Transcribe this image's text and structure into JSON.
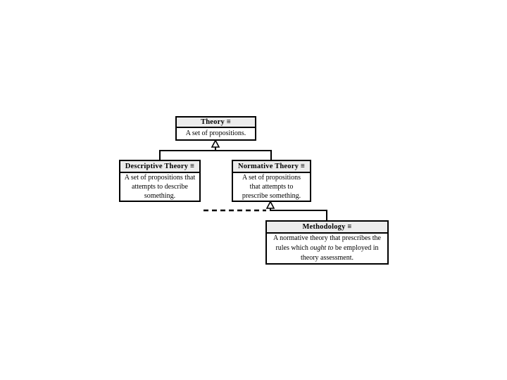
{
  "colors": {
    "background": "#ffffff",
    "line": "#000000",
    "box_border": "#000000",
    "header_fill": "#ececec",
    "body_fill": "#ffffff",
    "text": "#000000"
  },
  "nodes": [
    {
      "id": "theory",
      "title": "Theory ≡",
      "body": "A set of propositions."
    },
    {
      "id": "descriptive",
      "title": "Descriptive Theory ≡",
      "body": "A set of propositions that attempts to describe something."
    },
    {
      "id": "normative",
      "title": "Normative Theory ≡",
      "body": "A set of propositions that attempts to prescribe something."
    },
    {
      "id": "methodology",
      "title": "Methodology ≡",
      "body_prefix": "A normative theory that prescribes the rules which ",
      "body_italic": "ought to",
      "body_suffix": " be employed in theory assessment."
    }
  ],
  "edges": [
    {
      "from": "descriptive",
      "to": "theory",
      "type": "generalization",
      "style": "solid"
    },
    {
      "from": "normative",
      "to": "theory",
      "type": "generalization",
      "style": "solid"
    },
    {
      "from": "methodology",
      "to": "normative",
      "type": "generalization",
      "style": "solid"
    },
    {
      "from": "unlabeled-left-segment",
      "to": "normative",
      "type": "generalization",
      "style": "dashed"
    }
  ]
}
